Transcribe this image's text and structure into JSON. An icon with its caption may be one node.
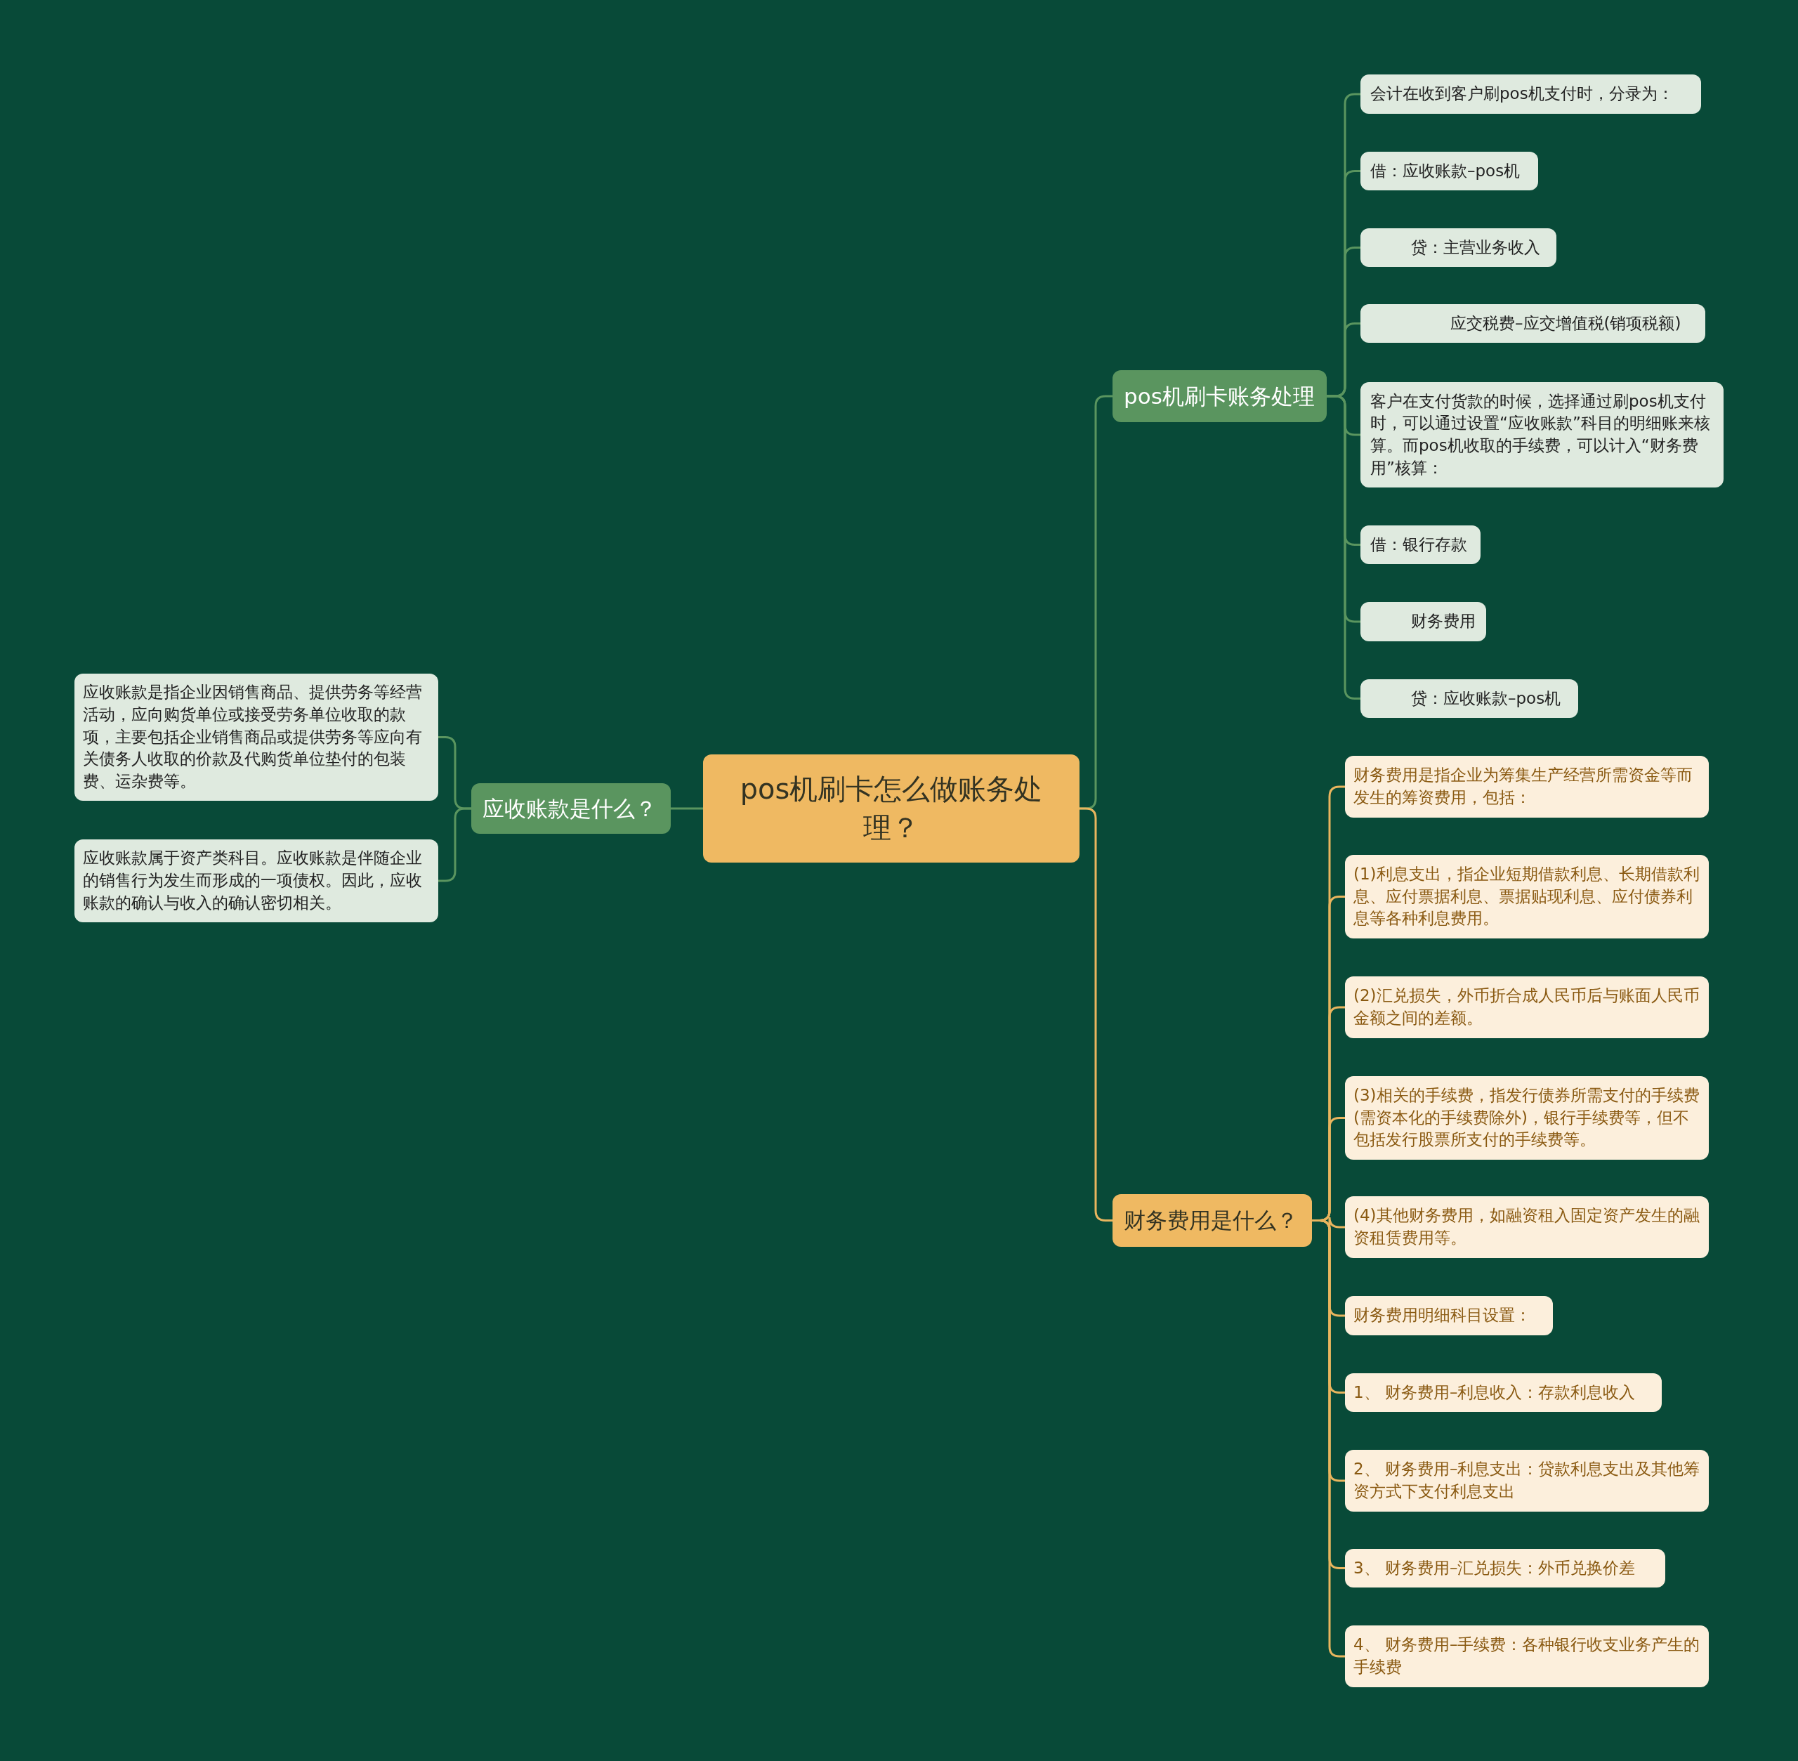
{
  "diagram": {
    "nodes": [
      {
        "text": [
          "pos机刷卡怎么做账务处理？"
        ]
      },
      {
        "text": [
          "pos机刷卡账务处理"
        ]
      },
      {
        "text": [
          "会计在收到客户刷pos机支付时，分录为："
        ]
      },
      {
        "text": [
          "借：应收账款–pos机"
        ]
      },
      {
        "text": [
          "贷：主营业务收入"
        ]
      },
      {
        "text": [
          "应交税费–应交增值税(销项税额)"
        ]
      },
      {
        "text": [
          "客户在支付货款的时候，选择通过刷pos机支付时，可以通过设置“应收账款”科目的明细账来核算。而pos机收取的手续费，可以计入“财务费用”核算："
        ]
      },
      {
        "text": [
          "借：银行存款"
        ]
      },
      {
        "text": [
          "财务费用"
        ]
      },
      {
        "text": [
          "贷：应收账款–pos机"
        ]
      },
      {
        "text": [
          "财务费用是什么？"
        ]
      },
      {
        "text": [
          "财务费用是指企业为筹集生产经营所需资金等而发生的筹资费用，包括："
        ]
      },
      {
        "text": [
          "(1)利息支出，指企业短期借款利息、长期借款利息、应付票据利息、票据贴现利息、应付债券利息等各种利息费用。"
        ]
      },
      {
        "text": [
          "(2)汇兑损失，外币折合成人民币后与账面人民币金额之间的差额。"
        ]
      },
      {
        "text": [
          "(3)相关的手续费，指发行债券所需支付的手续费(需资本化的手续费除外)，银行手续费等，但不包括发行股票所支付的手续费等。"
        ]
      },
      {
        "text": [
          "(4)其他财务费用，如融资租入固定资产发生的融资租赁费用等。"
        ]
      },
      {
        "text": [
          "财务费用明细科目设置："
        ]
      },
      {
        "text": [
          "1、 财务费用–利息收入：存款利息收入"
        ]
      },
      {
        "text": [
          "2、 财务费用–利息支出：贷款利息支出及其他筹资方式下支付利息支出"
        ]
      },
      {
        "text": [
          "3、 财务费用–汇兑损失：外币兑换价差"
        ]
      },
      {
        "text": [
          "4、 财务费用–手续费：各种银行收支业务产生的手续费"
        ]
      },
      {
        "text": [
          "应收账款是什么？"
        ]
      },
      {
        "text": [
          "应收账款是指企业因销售商品、提供劳务等经营活动，应向购货单位或接受劳务单位收取的款项，主要包括企业销售商品或提供劳务等应向有关债务人收取的价款及代购货单位垫付的包装费、运杂费等。"
        ]
      },
      {
        "text": [
          "应收账款属于资产类科目。应收账款是伴随企业的销售行为发生而形成的一项债权。因此，应收账款的确认与收入的确认密切相关。"
        ]
      }
    ],
    "edges": [
      {
        "from": 0,
        "to": 1,
        "arrow": "none"
      },
      {
        "from": 1,
        "to": 2,
        "arrow": "none"
      },
      {
        "from": 1,
        "to": 3,
        "arrow": "none"
      },
      {
        "from": 1,
        "to": 4,
        "arrow": "none"
      },
      {
        "from": 1,
        "to": 5,
        "arrow": "none"
      },
      {
        "from": 1,
        "to": 6,
        "arrow": "none"
      },
      {
        "from": 1,
        "to": 7,
        "arrow": "none"
      },
      {
        "from": 1,
        "to": 8,
        "arrow": "none"
      },
      {
        "from": 1,
        "to": 9,
        "arrow": "none"
      },
      {
        "from": 0,
        "to": 10,
        "arrow": "none",
        "color": "#e9b55e"
      },
      {
        "from": 10,
        "to": 11,
        "arrow": "none",
        "color": "#e9b55e"
      },
      {
        "from": 10,
        "to": 12,
        "arrow": "none",
        "color": "#e9b55e"
      },
      {
        "from": 10,
        "to": 13,
        "arrow": "none",
        "color": "#e9b55e"
      },
      {
        "from": 10,
        "to": 14,
        "arrow": "none",
        "color": "#e9b55e"
      },
      {
        "from": 10,
        "to": 15,
        "arrow": "none",
        "color": "#e9b55e"
      },
      {
        "from": 10,
        "to": 16,
        "arrow": "none",
        "color": "#e9b55e"
      },
      {
        "from": 10,
        "to": 17,
        "arrow": "none",
        "color": "#e9b55e"
      },
      {
        "from": 10,
        "to": 18,
        "arrow": "none",
        "color": "#e9b55e"
      },
      {
        "from": 10,
        "to": 19,
        "arrow": "none",
        "color": "#e9b55e"
      },
      {
        "from": 10,
        "to": 20,
        "arrow": "none",
        "color": "#e9b55e"
      },
      {
        "from": 0,
        "to": 21,
        "arrow": "none"
      },
      {
        "from": 21,
        "to": 22,
        "arrow": "none"
      },
      {
        "from": 21,
        "to": 23,
        "arrow": "none"
      }
    ]
  }
}
